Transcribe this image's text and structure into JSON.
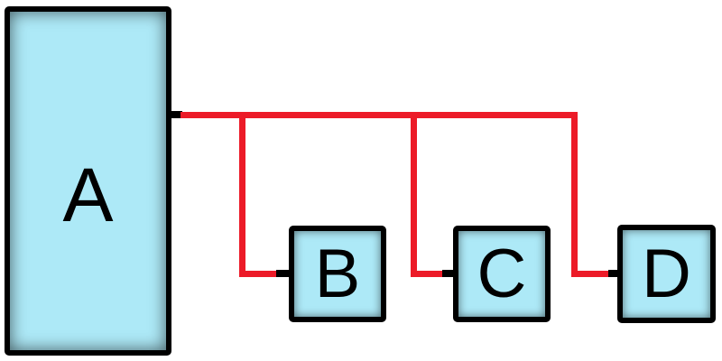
{
  "diagram": {
    "colors": {
      "background": "#ffffff",
      "node_fill": "#ade9f7",
      "node_border": "#000000",
      "edge_color": "#ec1b28",
      "stub_color": "#000000",
      "label_color": "#000000"
    },
    "nodes": [
      {
        "id": "A",
        "label": "A"
      },
      {
        "id": "B",
        "label": "B"
      },
      {
        "id": "C",
        "label": "C"
      },
      {
        "id": "D",
        "label": "D"
      }
    ],
    "edges": [
      {
        "from": "A",
        "to": "B"
      },
      {
        "from": "A",
        "to": "C"
      },
      {
        "from": "A",
        "to": "D"
      }
    ]
  }
}
